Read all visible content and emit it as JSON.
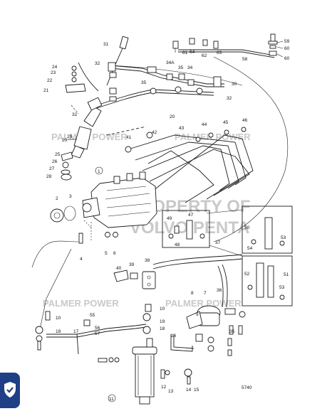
{
  "watermarks": {
    "brand_top": "PALMER POWER",
    "brand_top_right": "PALMER POWER",
    "brand_center_1": "PROPERTY OF",
    "brand_center_2": "VOLVO PENTA",
    "brand_bottom": "PALMER POWER",
    "brand_bottom_right": "PALMER POWER"
  },
  "figure_number": "5740",
  "callouts": {
    "c1": "1",
    "c2": "2",
    "c3": "3",
    "c4": "4",
    "c5": "5",
    "c6": "6",
    "c7": "7",
    "c8": "8",
    "c9": "9",
    "c10a": "10",
    "c10b": "10",
    "c11": "11",
    "c12": "12",
    "c13": "13",
    "c14": "14",
    "c15": "15",
    "c16": "16",
    "c17": "17",
    "c18a": "18",
    "c18b": "18",
    "c19": "19",
    "c20a": "20",
    "c20b": "20",
    "c21": "21",
    "c22": "22",
    "c23": "23",
    "c24": "24",
    "c25": "25",
    "c26": "26",
    "c27": "27",
    "c28": "28",
    "c29": "29",
    "c30": "30",
    "c31": "31",
    "c32a": "32",
    "c32b": "32",
    "c32c": "32",
    "c34": "34",
    "c34a": "34A",
    "c35a": "35",
    "c35b": "35",
    "c35c": "35",
    "c36": "36",
    "c37": "37",
    "c38": "38",
    "c39": "39",
    "c40": "40",
    "c41": "41",
    "c42": "42",
    "c43": "43",
    "c44": "44",
    "c45": "45",
    "c46": "46",
    "c47": "47",
    "c48": "48",
    "c49": "49",
    "c50": "50",
    "c51": "51",
    "c52": "52",
    "c53a": "53",
    "c53b": "53",
    "c54": "54",
    "c55": "55",
    "c56": "56",
    "c57": "57",
    "c58": "58",
    "c59": "59",
    "c60a": "60",
    "c60b": "60",
    "c61": "61",
    "c62": "62",
    "c63": "63",
    "c64": "64"
  },
  "icons": {
    "badge": "shield-check-icon"
  },
  "colors": {
    "badge": "#1f3f86",
    "ink": "#1a1a1a",
    "watermark": "#c9c9c9"
  }
}
